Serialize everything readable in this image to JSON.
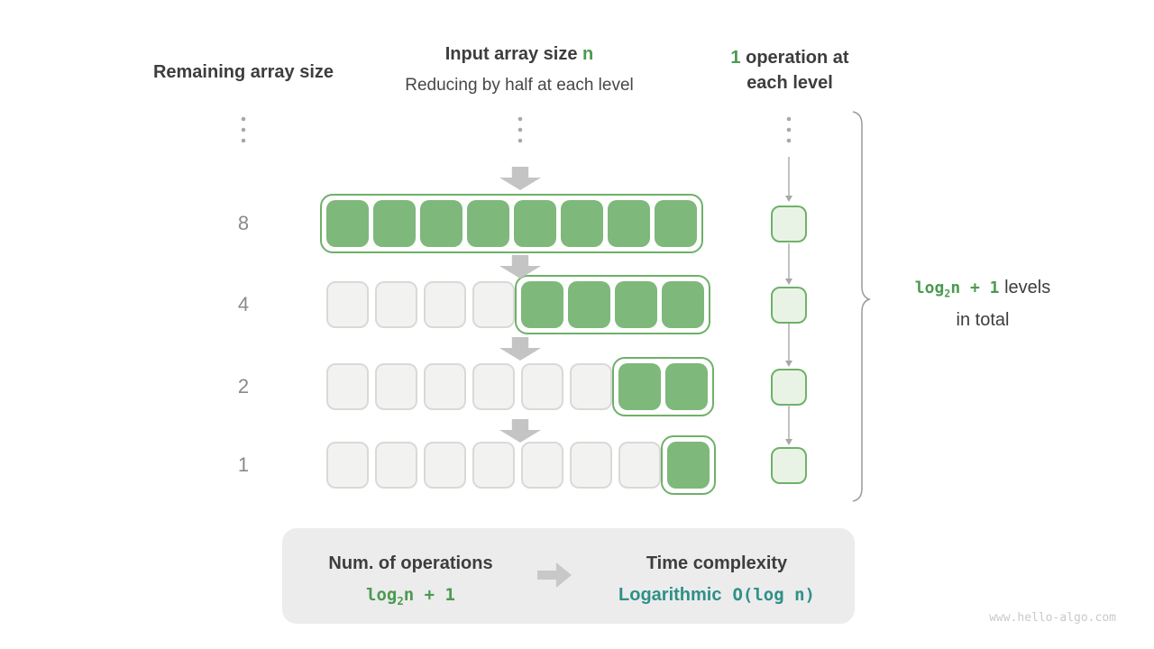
{
  "header": {
    "col1": "Remaining array size",
    "col2_line1_prefix": "Input array size ",
    "col2_line1_var": "n",
    "col2_line2": "Reducing by half at each level",
    "col3_num": "1",
    "col3_line1_rest": " operation at",
    "col3_line2": "each level"
  },
  "rows": [
    {
      "label": "8",
      "gray_cells": 0,
      "green_cells": 8
    },
    {
      "label": "4",
      "gray_cells": 4,
      "green_cells": 4
    },
    {
      "label": "2",
      "gray_cells": 6,
      "green_cells": 2
    },
    {
      "label": "1",
      "gray_cells": 7,
      "green_cells": 1
    }
  ],
  "levels_annotation": {
    "formula_base": "log",
    "formula_sub": "2",
    "formula_rest": "n + 1",
    "text_line1": " levels",
    "text_line2": "in total"
  },
  "summary": {
    "left_title": "Num. of operations",
    "left_formula_base": "log",
    "left_formula_sub": "2",
    "left_formula_rest": "n + 1",
    "right_title": "Time complexity",
    "right_word": "Logarithmic",
    "right_code": "O(log n)"
  },
  "watermark": "www.hello-algo.com",
  "colors": {
    "green_fill": "#7eb87a",
    "green_border": "#6fb069",
    "green_accent_text": "#4c9a51",
    "teal_text": "#2f9088",
    "gray_cell_fill": "#f2f2f0",
    "gray_cell_border": "#d9d9d7",
    "light_green_fill": "#e9f3e5"
  }
}
